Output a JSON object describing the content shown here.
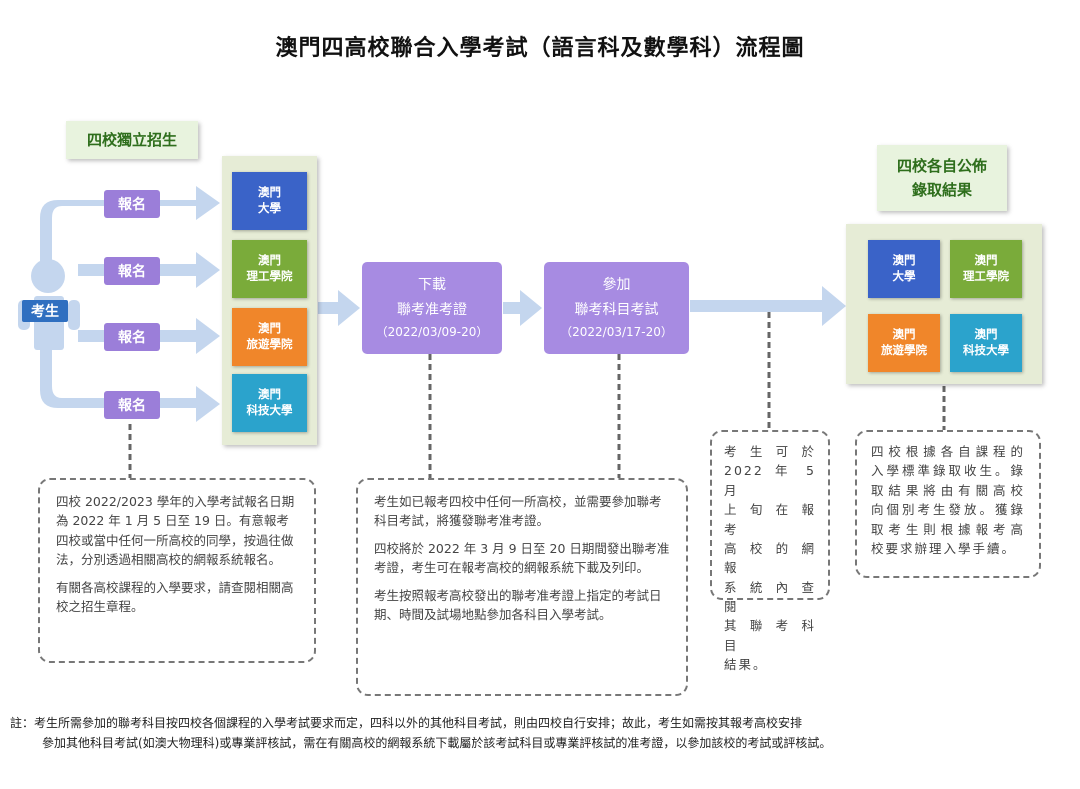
{
  "title": "澳門四高校聯合入學考試（語言科及數學科）流程圖",
  "left_label": "四校獨立招生",
  "student": "考生",
  "register_label": "報名",
  "schools": [
    {
      "line1": "澳門",
      "line2": "大學",
      "color": "#3a63c8"
    },
    {
      "line1": "澳門",
      "line2": "理工學院",
      "color": "#7aab3a"
    },
    {
      "line1": "澳門",
      "line2": "旅遊學院",
      "color": "#f0862a"
    },
    {
      "line1": "澳門",
      "line2": "科技大學",
      "color": "#2ba3cc"
    }
  ],
  "step1": {
    "line1": "下載",
    "line2": "聯考准考證",
    "date": "（2022/03/09-20）"
  },
  "step2": {
    "line1": "參加",
    "line2": "聯考科目考試",
    "date": "（2022/03/17-20）"
  },
  "right_label": {
    "line1": "四校各自公佈",
    "line2": "錄取結果"
  },
  "note1": {
    "p1": "四校 2022/2023 學年的入學考試報名日期為 2022 年 1 月 5 日至 19 日。有意報考四校或當中任何一所高校的同學，按過往做法，分別透過相關高校的網報系統報名。",
    "p2": "有關各高校課程的入學要求，請查閱相關高校之招生章程。"
  },
  "note2": {
    "p1": "考生如已報考四校中任何一所高校，並需要參加聯考科目考試，將獲發聯考准考證。",
    "p2": "四校將於 2022 年 3 月 9 日至 20 日期間發出聯考准考證，考生可在報考高校的網報系統下載及列印。",
    "p3": "考生按照報考高校發出的聯考准考證上指定的考試日期、時間及試場地點參加各科目入學考試。"
  },
  "note3": {
    "l1": "考 生 可 於",
    "l2": "2022 年 5 月",
    "l3": "上 旬 在 報 考",
    "l4": "高 校 的 網 報",
    "l5": "系 統 內 查 閱",
    "l6": "其 聯 考 科 目",
    "l7": "結果。"
  },
  "note4": {
    "l1": "四校根據各自課程的",
    "l2": "入學標準錄取收生。錄",
    "l3": "取結果將由有關高校",
    "l4": "向個別考生發放。獲錄",
    "l5": "取考生則根據報考高",
    "l6": "校要求辦理入學手續。"
  },
  "footnote": {
    "line1": "註：考生所需參加的聯考科目按四校各個課程的入學考試要求而定，四科以外的其他科目考試，則由四校自行安排；故此，考生如需按其報考高校安排",
    "line2": "參加其他科目考試(如澳大物理科)或專業評核試，需在有關高校的網報系統下載屬於該考試科目或專業評核試的准考證，以參加該校的考試或評核試。"
  },
  "colors": {
    "arrow": "#c4d6ee",
    "pill": "#9b7ed9",
    "step": "#a78be2",
    "green_label_bg": "#e8f3de",
    "panel_bg": "#e6ecd6"
  },
  "icons": [
    "student-figure-icon",
    "arrow-icon",
    "dashed-connector"
  ]
}
